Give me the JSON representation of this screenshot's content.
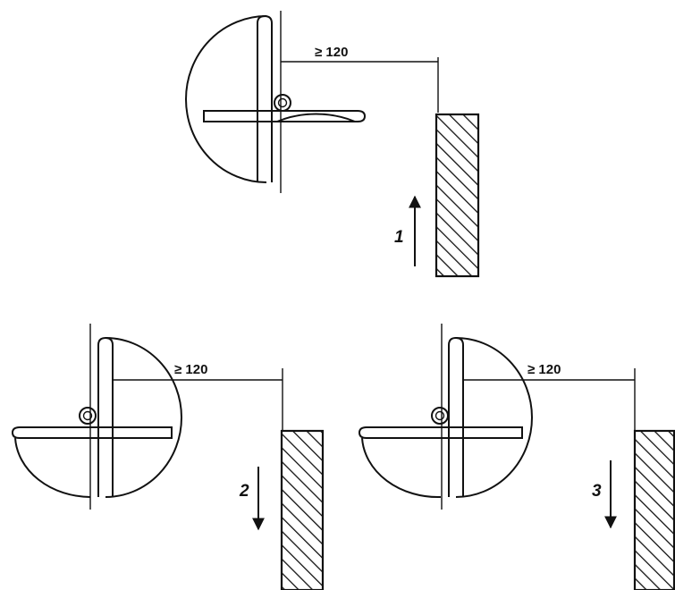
{
  "dimension_label": "≥ 120",
  "views": [
    {
      "id": "1",
      "label": "1",
      "direction": "up"
    },
    {
      "id": "2",
      "label": "2",
      "direction": "down"
    },
    {
      "id": "3",
      "label": "3",
      "direction": "down"
    }
  ],
  "colors": {
    "line": "#111111",
    "background": "#ffffff"
  }
}
